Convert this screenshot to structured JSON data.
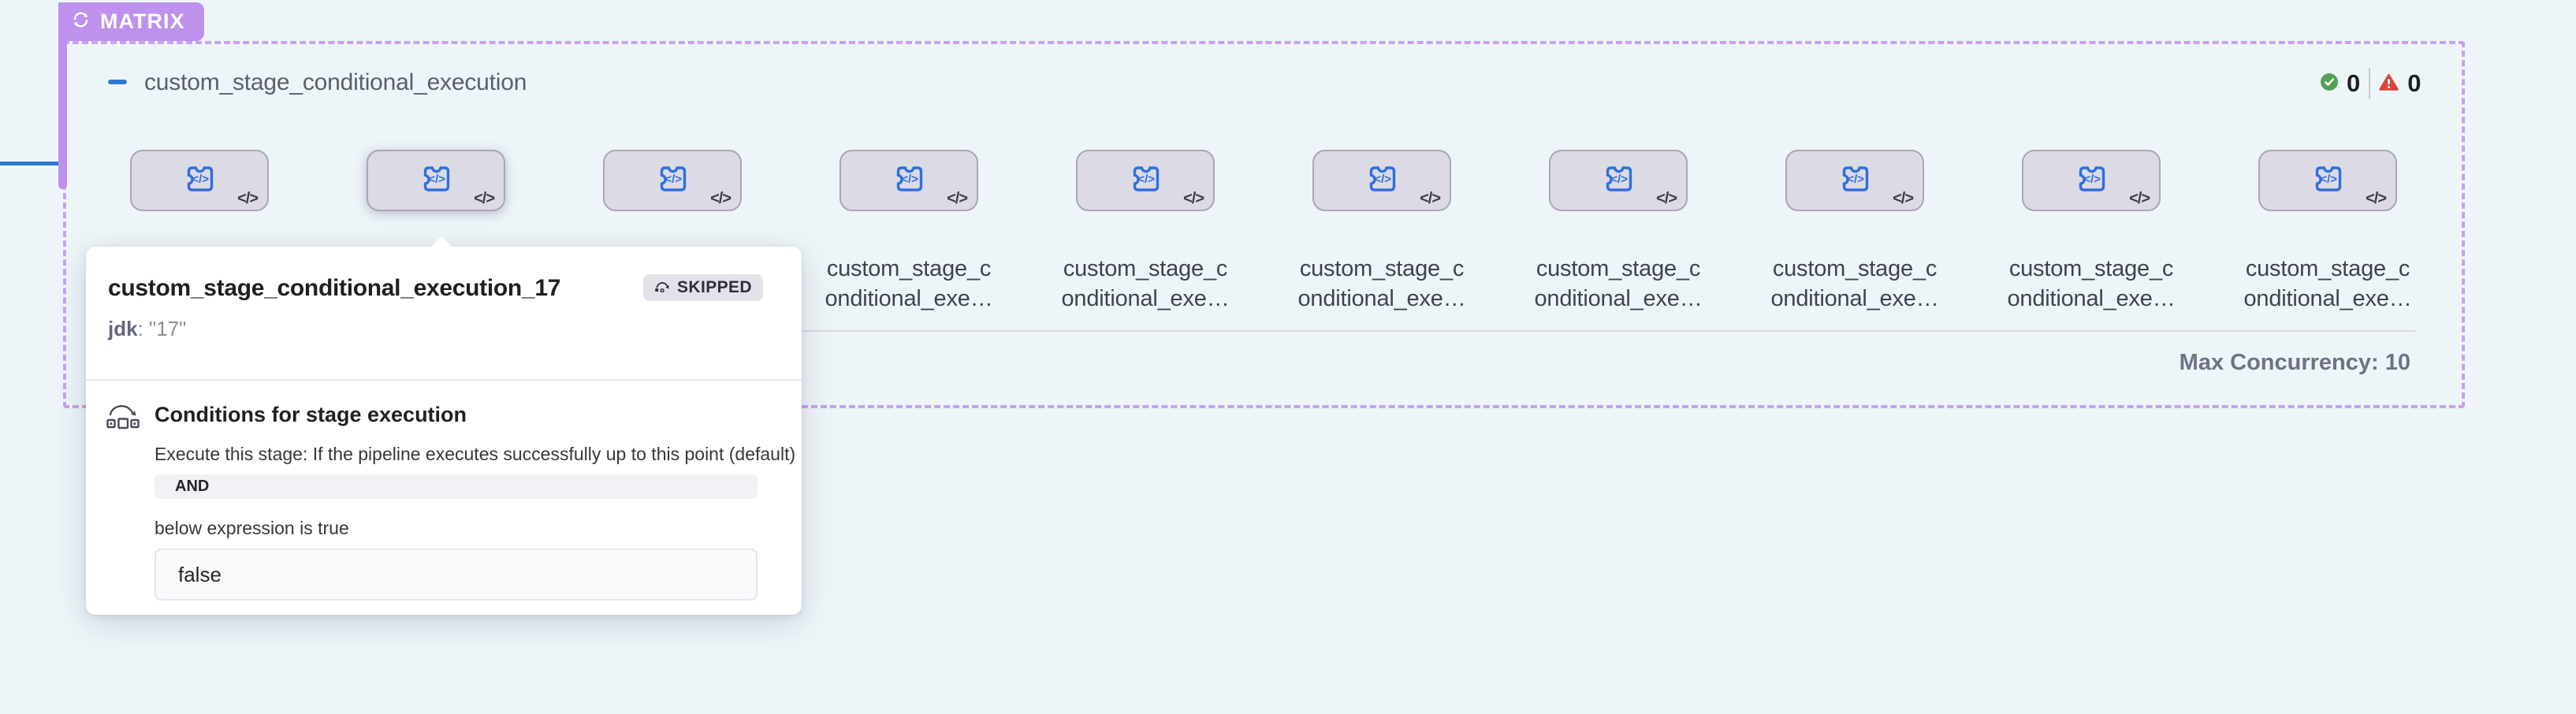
{
  "badge": {
    "label": "MATRIX"
  },
  "matrix_group": {
    "title": "custom_stage_conditional_execution",
    "success_count": "0",
    "failed_count": "0",
    "max_concurrency": "Max Concurrency: 10"
  },
  "stages": {
    "count": 10,
    "label_line1": "custom_stage_c",
    "label_line2": "onditional_exe…",
    "node_code_glyph": "</>"
  },
  "tooltip": {
    "title": "custom_stage_conditional_execution_17",
    "status": "SKIPPED",
    "param_key": "jdk",
    "param_value": ": \"17\"",
    "conditions_title": "Conditions for stage execution",
    "conditions_description": "Execute this stage: If the pipeline executes successfully up to this point (default)",
    "operator": "AND",
    "expression_hint": "below expression is true",
    "expression_value": "false"
  },
  "colors": {
    "accent_purple": "#BE91ED",
    "dashed_border": "#C7A1F0",
    "node_blue": "#2E6FDF",
    "connector_blue": "#2F78D1",
    "success_green": "#4FA155",
    "error_red": "#D9453C"
  }
}
